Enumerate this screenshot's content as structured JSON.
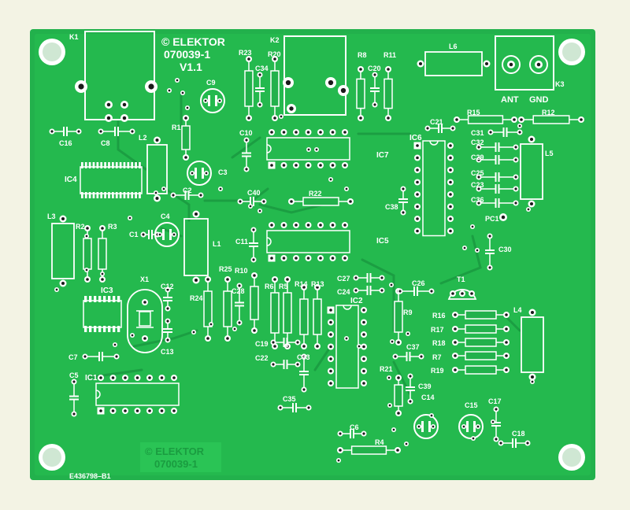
{
  "colors": {
    "background": "#f3f3e4",
    "board": "#22b14c",
    "copper": "#26c452",
    "trace": "#1ea446",
    "silkscreen": "#ffffff",
    "pad": "#ffffff",
    "hole": "#1a1a1a",
    "mounting_hole": "#cfe7d3"
  },
  "board": {
    "copyright_top": "© ELEKTOR",
    "project_top": "070039-1",
    "version": "V1.1",
    "copyright_bottom": "© ELEKTOR",
    "project_bottom": "070039-1",
    "board_code": "E436798–B1"
  },
  "labels": {
    "K1": "K1",
    "K2": "K2",
    "K3": "K3",
    "ANT": "ANT",
    "GND": "GND",
    "L1": "L1",
    "L2": "L2",
    "L3": "L3",
    "L4": "L4",
    "L5": "L5",
    "L6": "L6",
    "IC1": "IC1",
    "IC2": "IC2",
    "IC3": "IC3",
    "IC4": "IC4",
    "IC5": "IC5",
    "IC6": "IC6",
    "IC7": "IC7",
    "X1": "X1",
    "T1": "T1",
    "PC1": "PC1",
    "R1": "R1",
    "R2": "R2",
    "R3": "R3",
    "R4": "R4",
    "R5": "R5",
    "R6": "R6",
    "R7": "R7",
    "R8": "R8",
    "R9": "R9",
    "R10": "R10",
    "R11": "R11",
    "R12": "R12",
    "R13": "R13",
    "R14": "R14",
    "R15": "R15",
    "R16": "R16",
    "R17": "R17",
    "R18": "R18",
    "R19": "R19",
    "R20": "R20",
    "R21": "R21",
    "R22": "R22",
    "R23": "R23",
    "R24": "R24",
    "R25": "R25",
    "C1": "C1",
    "C2": "C2",
    "C3": "C3",
    "C4": "C4",
    "C5": "C5",
    "C6": "C6",
    "C7": "C7",
    "C8": "C8",
    "C9": "C9",
    "C10": "C10",
    "C11": "C11",
    "C12": "C12",
    "C13": "C13",
    "C14": "C14",
    "C15": "C15",
    "C16": "C16",
    "C17": "C17",
    "C18": "C18",
    "C19": "C19",
    "C20": "C20",
    "C21": "C21",
    "C22": "C22",
    "C23": "C23",
    "C24": "C24",
    "C25": "C25",
    "C26": "C26",
    "C27": "C27",
    "C28": "C28",
    "C29": "C29",
    "C30": "C30",
    "C31": "C31",
    "C32": "C32",
    "C33": "C33",
    "C34": "C34",
    "C35": "C35",
    "C36": "C36",
    "C37": "C37",
    "C38": "C38",
    "C39": "C39",
    "C40": "C40"
  }
}
